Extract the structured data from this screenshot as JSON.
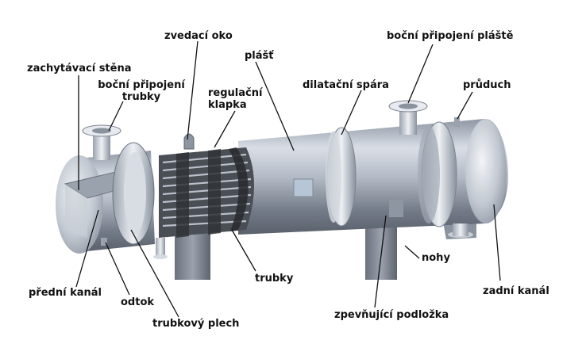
{
  "labels": {
    "zachytavaci_stena": "zachytávací stěna",
    "bocni_pripojeni_trubky_1": "boční připojení",
    "bocni_pripojeni_trubky_2": "trubky",
    "zvedaci_oko": "zvedací oko",
    "plast": "plášť",
    "regulacni_klapka_1": "regulační",
    "regulacni_klapka_2": "klapka",
    "dilatacni_spara": "dilatační spára",
    "bocni_pripojeni_plaste": "boční připojení pláště",
    "pruduch": "průduch",
    "nohy": "nohy",
    "predni_kanal": "přední kanál",
    "odtok": "odtok",
    "trubky": "trubky",
    "trubkovy_plech": "trubkový plech",
    "zpevnujici_podlozka": "zpevňující podložka",
    "zadni_kanal": "zadní kanál"
  },
  "colors": {
    "steel_light": "#e4e8ee",
    "steel_mid": "#a9b0bb",
    "steel_dark": "#6b7380",
    "tube_dark": "#3c3f45",
    "leader": "#111111"
  }
}
